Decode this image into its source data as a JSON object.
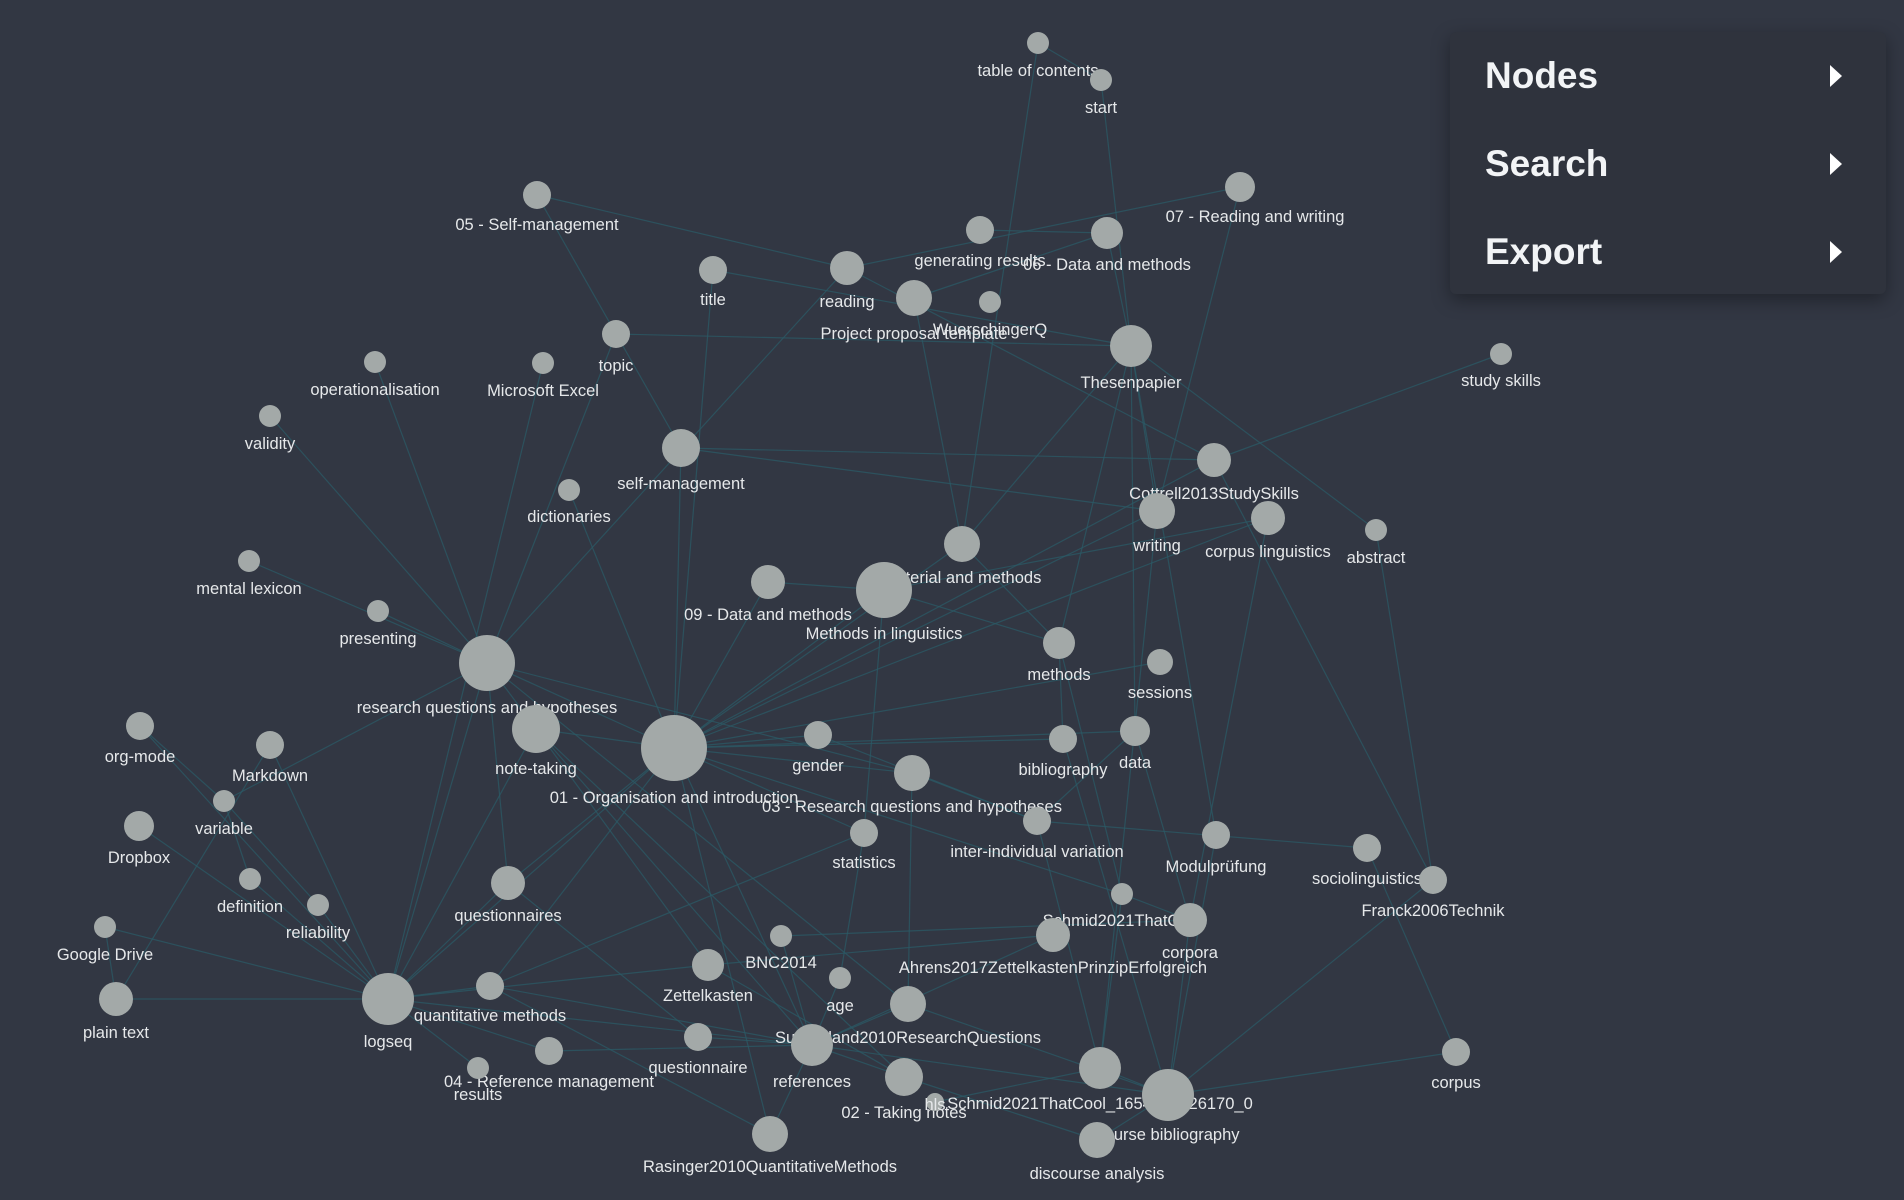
{
  "menu": {
    "items": [
      {
        "label": "Nodes"
      },
      {
        "label": "Search"
      },
      {
        "label": "Export"
      }
    ]
  },
  "colors": {
    "background": "#323743",
    "node": "#a3a9a8",
    "edge": "#2b5a66",
    "label": "#e6e8ea"
  },
  "graph": {
    "nodes": [
      {
        "id": "table-of-contents",
        "label": "table of contents"
      },
      {
        "id": "start",
        "label": "start"
      },
      {
        "id": "self-management-05",
        "label": "05 - Self-management"
      },
      {
        "id": "reading-writing-07",
        "label": "07 - Reading and writing"
      },
      {
        "id": "generating-results",
        "label": "generating results"
      },
      {
        "id": "data-methods-06",
        "label": "06 - Data and methods"
      },
      {
        "id": "title",
        "label": "title"
      },
      {
        "id": "reading",
        "label": "reading"
      },
      {
        "id": "project-proposal-template",
        "label": "Project proposal template"
      },
      {
        "id": "wuerschinger",
        "label": "WuerschingerQ"
      },
      {
        "id": "topic",
        "label": "topic"
      },
      {
        "id": "operationalisation",
        "label": "operationalisation"
      },
      {
        "id": "microsoft-excel",
        "label": "Microsoft Excel"
      },
      {
        "id": "thesenpapier",
        "label": "Thesenpapier"
      },
      {
        "id": "study-skills",
        "label": "study skills"
      },
      {
        "id": "validity",
        "label": "validity"
      },
      {
        "id": "self-management",
        "label": "self-management"
      },
      {
        "id": "cottrell",
        "label": "Cottrell2013StudySkills"
      },
      {
        "id": "dictionaries",
        "label": "dictionaries"
      },
      {
        "id": "writing",
        "label": "writing"
      },
      {
        "id": "corpus-linguistics",
        "label": "corpus linguistics"
      },
      {
        "id": "abstract",
        "label": "abstract"
      },
      {
        "id": "mental-lexicon",
        "label": "mental lexicon"
      },
      {
        "id": "material-methods",
        "label": "Material and methods"
      },
      {
        "id": "data-methods-09",
        "label": "09 - Data and methods"
      },
      {
        "id": "methods-linguistics",
        "label": "Methods in linguistics"
      },
      {
        "id": "presenting",
        "label": "presenting"
      },
      {
        "id": "methods",
        "label": "methods"
      },
      {
        "id": "sessions",
        "label": "sessions"
      },
      {
        "id": "research-questions",
        "label": "research questions and hypotheses"
      },
      {
        "id": "org-mode",
        "label": "org-mode"
      },
      {
        "id": "note-taking",
        "label": "note-taking"
      },
      {
        "id": "organisation-01",
        "label": "01 - Organisation and introduction"
      },
      {
        "id": "gender",
        "label": "gender"
      },
      {
        "id": "bibliography",
        "label": "bibliography"
      },
      {
        "id": "data",
        "label": "data"
      },
      {
        "id": "markdown",
        "label": "Markdown"
      },
      {
        "id": "research-questions-03",
        "label": "03 - Research questions and hypotheses"
      },
      {
        "id": "variable",
        "label": "variable"
      },
      {
        "id": "dropbox",
        "label": "Dropbox"
      },
      {
        "id": "inter-individual",
        "label": "inter-individual variation"
      },
      {
        "id": "statistics",
        "label": "statistics"
      },
      {
        "id": "modulpruefung",
        "label": "Modulprüfung"
      },
      {
        "id": "sociolinguistics",
        "label": "sociolinguistics"
      },
      {
        "id": "franck",
        "label": "Franck2006Technik"
      },
      {
        "id": "definition",
        "label": "definition"
      },
      {
        "id": "questionnaires",
        "label": "questionnaires"
      },
      {
        "id": "reliability",
        "label": "reliability"
      },
      {
        "id": "schmid2021",
        "label": "Schmid2021ThatCool"
      },
      {
        "id": "corpora",
        "label": "corpora"
      },
      {
        "id": "google-drive",
        "label": "Google Drive"
      },
      {
        "id": "bnc2014",
        "label": "BNC2014"
      },
      {
        "id": "ahrens",
        "label": "Ahrens2017ZettelkastenPrinzipErfolgreich"
      },
      {
        "id": "zettelkasten",
        "label": "Zettelkasten"
      },
      {
        "id": "age",
        "label": "age"
      },
      {
        "id": "plain-text",
        "label": "plain text"
      },
      {
        "id": "logseq",
        "label": "logseq"
      },
      {
        "id": "quantitative-methods",
        "label": "quantitative methods"
      },
      {
        "id": "sunderland",
        "label": "Sunderland2010ResearchQuestions"
      },
      {
        "id": "corpus",
        "label": "corpus"
      },
      {
        "id": "questionnaire",
        "label": "questionnaire"
      },
      {
        "id": "reference-management-04",
        "label": "04 - Reference management"
      },
      {
        "id": "results",
        "label": "results"
      },
      {
        "id": "references",
        "label": "references"
      },
      {
        "id": "taking-notes-02",
        "label": "02 - Taking notes"
      },
      {
        "id": "hls",
        "label": "hls"
      },
      {
        "id": "schmid2021-0",
        "label": "Schmid2021ThatCool_1654169626170_0"
      },
      {
        "id": "course-bibliography",
        "label": "course bibliography"
      },
      {
        "id": "rasinger",
        "label": "Rasinger2010QuantitativeMethods"
      },
      {
        "id": "discourse-analysis",
        "label": "discourse analysis"
      }
    ],
    "edges": [
      [
        "table-of-contents",
        "start"
      ],
      [
        "start",
        "thesenpapier"
      ],
      [
        "table-of-contents",
        "material-methods"
      ],
      [
        "self-management-05",
        "self-management"
      ],
      [
        "self-management-05",
        "reading"
      ],
      [
        "reading-writing-07",
        "reading"
      ],
      [
        "reading-writing-07",
        "writing"
      ],
      [
        "generating-results",
        "data-methods-06"
      ],
      [
        "data-methods-06",
        "thesenpapier"
      ],
      [
        "project-proposal-template",
        "data-methods-06"
      ],
      [
        "project-proposal-template",
        "material-methods"
      ],
      [
        "reading",
        "cottrell"
      ],
      [
        "reading",
        "research-questions"
      ],
      [
        "title",
        "organisation-01"
      ],
      [
        "title",
        "thesenpapier"
      ],
      [
        "topic",
        "research-questions"
      ],
      [
        "topic",
        "thesenpapier"
      ],
      [
        "operationalisation",
        "research-questions"
      ],
      [
        "microsoft-excel",
        "logseq"
      ],
      [
        "thesenpapier",
        "material-methods"
      ],
      [
        "thesenpapier",
        "writing"
      ],
      [
        "thesenpapier",
        "abstract"
      ],
      [
        "thesenpapier",
        "methods"
      ],
      [
        "thesenpapier",
        "data"
      ],
      [
        "study-skills",
        "cottrell"
      ],
      [
        "validity",
        "research-questions"
      ],
      [
        "self-management",
        "cottrell"
      ],
      [
        "self-management",
        "organisation-01"
      ],
      [
        "self-management",
        "writing"
      ],
      [
        "cottrell",
        "franck"
      ],
      [
        "cottrell",
        "organisation-01"
      ],
      [
        "dictionaries",
        "organisation-01"
      ],
      [
        "writing",
        "organisation-01"
      ],
      [
        "writing",
        "schmid2021-0"
      ],
      [
        "corpus-linguistics",
        "methods-linguistics"
      ],
      [
        "corpus-linguistics",
        "corpora"
      ],
      [
        "corpus-linguistics",
        "organisation-01"
      ],
      [
        "mental-lexicon",
        "research-questions"
      ],
      [
        "material-methods",
        "organisation-01"
      ],
      [
        "material-methods",
        "methods"
      ],
      [
        "data-methods-09",
        "organisation-01"
      ],
      [
        "data-methods-09",
        "methods-linguistics"
      ],
      [
        "methods-linguistics",
        "organisation-01"
      ],
      [
        "methods-linguistics",
        "methods"
      ],
      [
        "methods-linguistics",
        "statistics"
      ],
      [
        "presenting",
        "research-questions"
      ],
      [
        "methods",
        "bibliography"
      ],
      [
        "methods",
        "schmid2021"
      ],
      [
        "sessions",
        "organisation-01"
      ],
      [
        "research-questions",
        "organisation-01"
      ],
      [
        "research-questions",
        "note-taking"
      ],
      [
        "research-questions",
        "logseq"
      ],
      [
        "research-questions",
        "sunderland"
      ],
      [
        "research-questions",
        "questionnaires"
      ],
      [
        "research-questions",
        "research-questions-03"
      ],
      [
        "research-questions",
        "variable"
      ],
      [
        "org-mode",
        "variable"
      ],
      [
        "org-mode",
        "logseq"
      ],
      [
        "note-taking",
        "organisation-01"
      ],
      [
        "note-taking",
        "logseq"
      ],
      [
        "note-taking",
        "zettelkasten"
      ],
      [
        "note-taking",
        "taking-notes-02"
      ],
      [
        "note-taking",
        "references"
      ],
      [
        "organisation-01",
        "gender"
      ],
      [
        "organisation-01",
        "bibliography"
      ],
      [
        "organisation-01",
        "data"
      ],
      [
        "organisation-01",
        "research-questions-03"
      ],
      [
        "organisation-01",
        "statistics"
      ],
      [
        "organisation-01",
        "logseq"
      ],
      [
        "organisation-01",
        "questionnaires"
      ],
      [
        "organisation-01",
        "quantitative-methods"
      ],
      [
        "organisation-01",
        "references"
      ],
      [
        "organisation-01",
        "rasinger"
      ],
      [
        "organisation-01",
        "schmid2021"
      ],
      [
        "gender",
        "inter-individual"
      ],
      [
        "bibliography",
        "course-bibliography"
      ],
      [
        "data",
        "corpora"
      ],
      [
        "data",
        "inter-individual"
      ],
      [
        "markdown",
        "logseq"
      ],
      [
        "markdown",
        "plain-text"
      ],
      [
        "research-questions-03",
        "sunderland"
      ],
      [
        "research-questions-03",
        "inter-individual"
      ],
      [
        "variable",
        "definition"
      ],
      [
        "variable",
        "reliability"
      ],
      [
        "dropbox",
        "logseq"
      ],
      [
        "inter-individual",
        "sociolinguistics"
      ],
      [
        "inter-individual",
        "schmid2021-0"
      ],
      [
        "statistics",
        "age"
      ],
      [
        "statistics",
        "quantitative-methods"
      ],
      [
        "modulpruefung",
        "thesenpapier"
      ],
      [
        "modulpruefung",
        "course-bibliography"
      ],
      [
        "sociolinguistics",
        "corpus"
      ],
      [
        "franck",
        "abstract"
      ],
      [
        "franck",
        "course-bibliography"
      ],
      [
        "definition",
        "logseq"
      ],
      [
        "questionnaires",
        "questionnaire"
      ],
      [
        "questionnaires",
        "logseq"
      ],
      [
        "reliability",
        "logseq"
      ],
      [
        "schmid2021",
        "corpora"
      ],
      [
        "schmid2021",
        "schmid2021-0"
      ],
      [
        "corpora",
        "course-bibliography"
      ],
      [
        "google-drive",
        "logseq"
      ],
      [
        "google-drive",
        "plain-text"
      ],
      [
        "bnc2014",
        "corpora"
      ],
      [
        "bnc2014",
        "references"
      ],
      [
        "ahrens",
        "zettelkasten"
      ],
      [
        "ahrens",
        "references"
      ],
      [
        "zettelkasten",
        "logseq"
      ],
      [
        "zettelkasten",
        "taking-notes-02"
      ],
      [
        "age",
        "references"
      ],
      [
        "plain-text",
        "logseq"
      ],
      [
        "logseq",
        "quantitative-methods"
      ],
      [
        "logseq",
        "references"
      ],
      [
        "quantitative-methods",
        "rasinger"
      ],
      [
        "quantitative-methods",
        "references"
      ],
      [
        "sunderland",
        "references"
      ],
      [
        "sunderland",
        "course-bibliography"
      ],
      [
        "corpus",
        "course-bibliography"
      ],
      [
        "questionnaire",
        "references"
      ],
      [
        "reference-management-04",
        "references"
      ],
      [
        "reference-management-04",
        "logseq"
      ],
      [
        "results",
        "logseq"
      ],
      [
        "references",
        "taking-notes-02"
      ],
      [
        "references",
        "course-bibliography"
      ],
      [
        "references",
        "rasinger"
      ],
      [
        "taking-notes-02",
        "discourse-analysis"
      ],
      [
        "hls",
        "schmid2021-0"
      ],
      [
        "schmid2021-0",
        "course-bibliography"
      ],
      [
        "discourse-analysis",
        "course-bibliography"
      ]
    ]
  }
}
